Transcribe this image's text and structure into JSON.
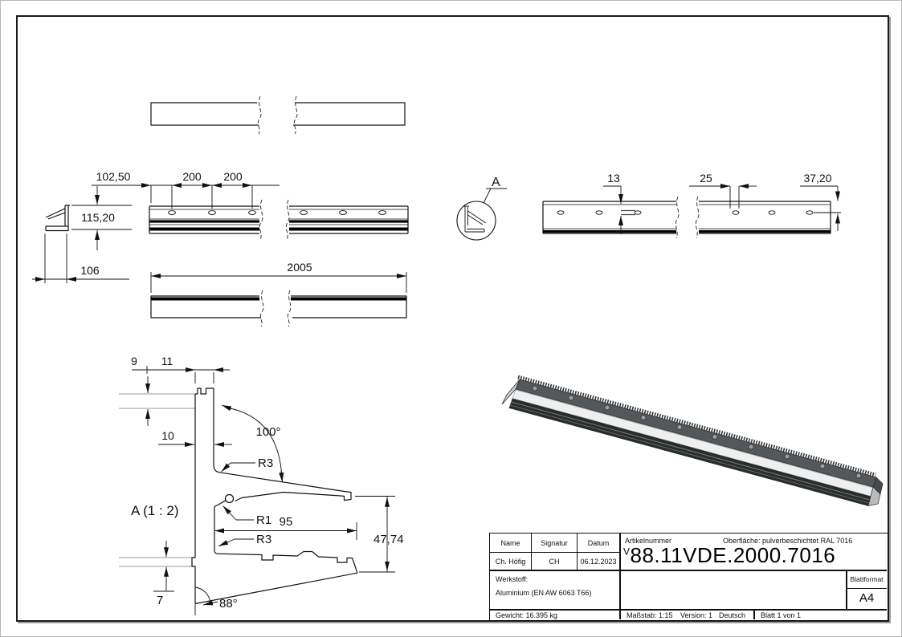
{
  "dims": {
    "offset": "102,50",
    "pitch1": "200",
    "pitch2": "200",
    "height": "115,20",
    "depth": "106",
    "length": "2005",
    "slot_len": "13",
    "slot_w": "25",
    "end_off": "37,20",
    "d9": "9",
    "d11": "11",
    "d10": "10",
    "a100": "100°",
    "r3a": "R3",
    "r1": "R1",
    "d95": "95",
    "r3b": "R3",
    "d4774": "47,74",
    "d7": "7",
    "a88": "88°",
    "detail_label": "A (1 : 2)",
    "detail_ref": "A"
  },
  "title_block": {
    "name_label": "Name",
    "signatur_label": "Signatur",
    "datum_label": "Datum",
    "name": "Ch. Höfig",
    "signatur": "CH",
    "datum": "06.12.2023",
    "artikel_label": "Artikelnummer",
    "oberflaeche": "Oberfläche:  pulverbeschichtet RAL 7016",
    "artikel_prefix": "V",
    "artikel_nr": "88.11VDE.2000.7016",
    "werkstoff_label": "Werkstoff:",
    "werkstoff": "Aluminium (EN AW 6063 T66)",
    "blattformat_label": "Blattformat",
    "blattformat": "A4",
    "gewicht": "Gewicht: 16.395 kg",
    "massstab": "Maßstab: 1:15",
    "version": "Version: 1",
    "sprache": "Deutsch",
    "blatt": "Blatt 1 von 1"
  },
  "colors": {
    "profile_dark": "#54585a",
    "profile_light": "#efefef",
    "line": "#111111"
  }
}
